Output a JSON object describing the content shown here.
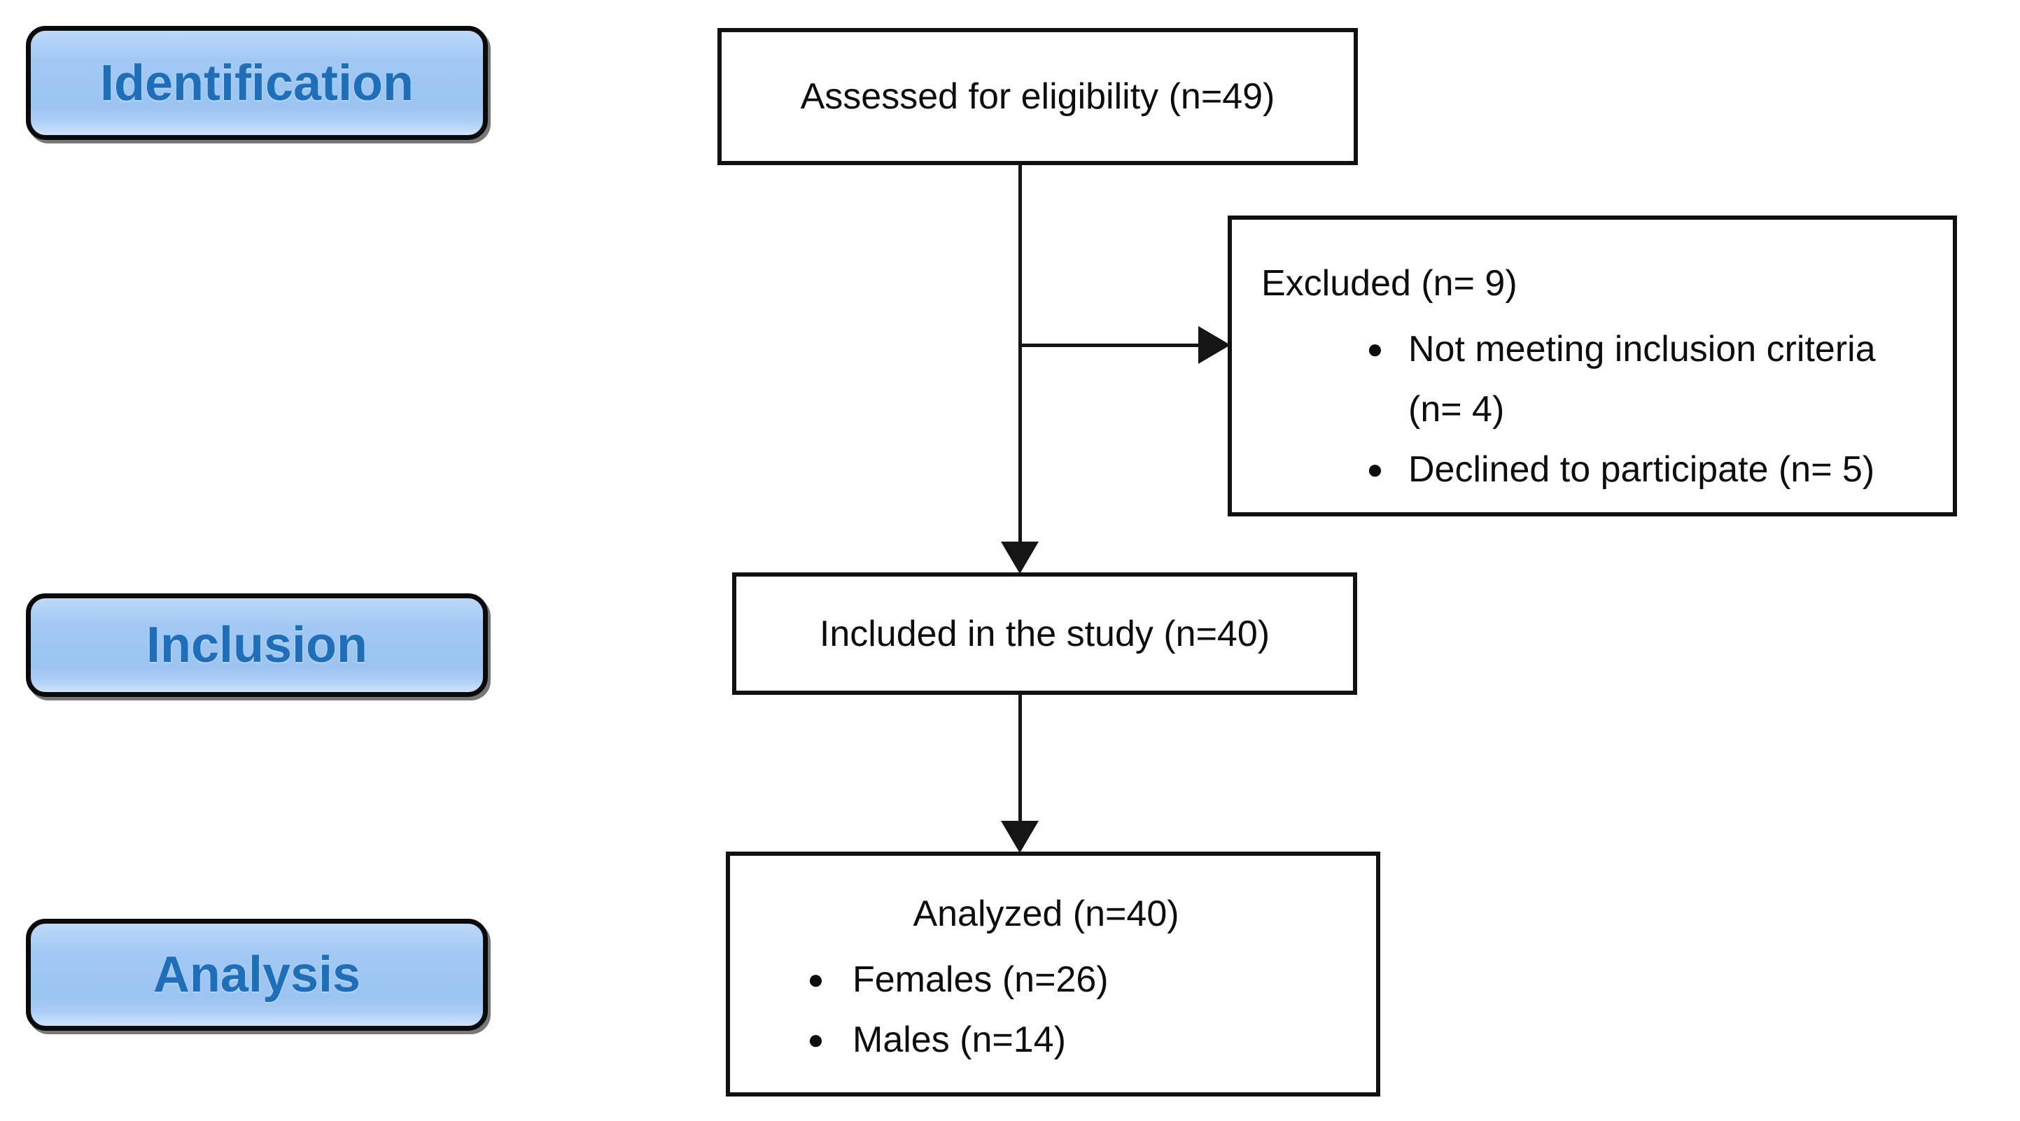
{
  "diagram": {
    "title_context": "Participant flow diagram",
    "colors": {
      "background": "#ffffff",
      "stage_fill": "#9cc4f2",
      "stage_fill_light": "#bcd9f8",
      "stage_fill_bottom": "#cfe3fa",
      "stage_text": "#1c6fb8",
      "stage_border": "#0a0a0a",
      "box_fill": "#ffffff",
      "box_border": "#111111",
      "connector": "#151515"
    },
    "icons": {
      "bullet": "●"
    },
    "stages": [
      {
        "label": "Identification"
      },
      {
        "label": "Inclusion"
      },
      {
        "label": "Analysis"
      }
    ],
    "boxes": {
      "assessed": {
        "text": "Assessed for eligibility (n=49)"
      },
      "excluded": {
        "title": "Excluded (n= 9)",
        "items": [
          "Not meeting inclusion criteria (n= 4)",
          "Declined to participate (n= 5)"
        ]
      },
      "included": {
        "text": "Included in the study (n=40)"
      },
      "analyzed": {
        "title": "Analyzed (n=40)",
        "items": [
          "Females (n=26)",
          "Males (n=14)"
        ]
      }
    }
  }
}
